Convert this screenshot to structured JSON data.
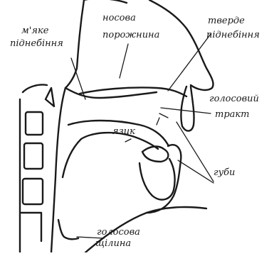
{
  "labels": {
    "soft_palate_1": "м'яке",
    "soft_palate_2": "піднебіння",
    "nasal_cavity_1": "носова",
    "nasal_cavity_2": "порожнина",
    "hard_palate_1": "тверде",
    "hard_palate_2": "піднебіння",
    "vocal_tract_1": "голосовий",
    "vocal_tract_2": "тракт",
    "tongue": "язик",
    "lips": "губи",
    "glottis_1": "голосова",
    "glottis_2": "щілина"
  }
}
